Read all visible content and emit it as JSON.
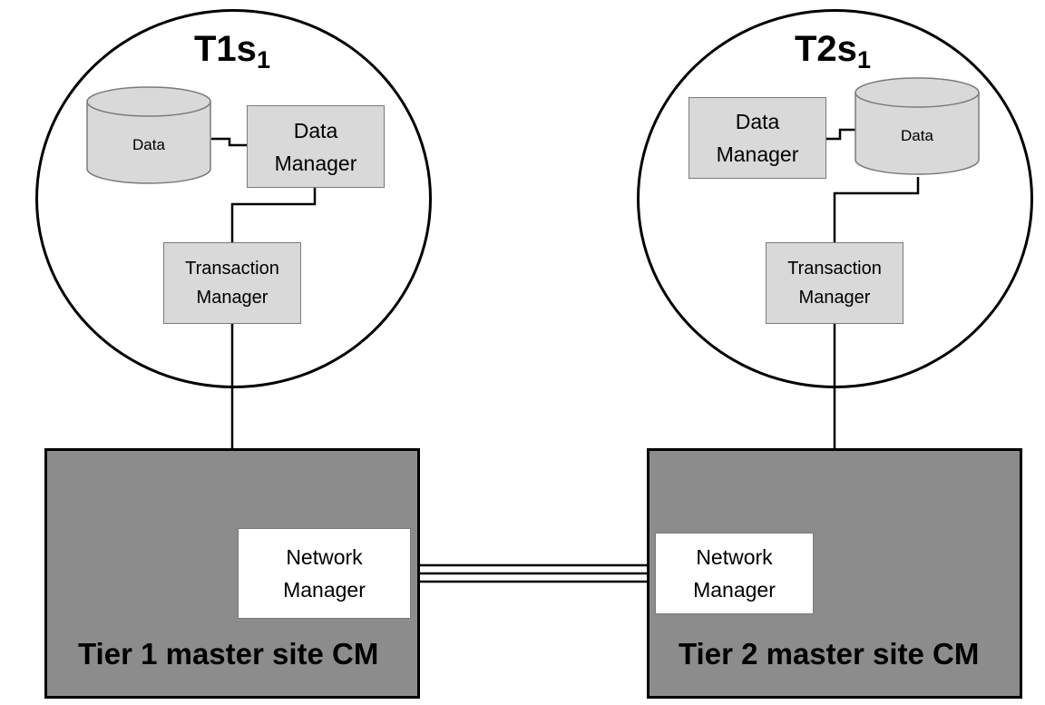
{
  "diagram": {
    "tier1_site": {
      "title": "T1s",
      "title_subscript": "1",
      "data_label": "Data",
      "data_manager_line1": "Data",
      "data_manager_line2": "Manager",
      "tm_line1": "Transaction",
      "tm_line2": "Manager"
    },
    "tier2_site": {
      "title": "T2s",
      "title_subscript": "1",
      "data_label": "Data",
      "data_manager_line1": "Data",
      "data_manager_line2": "Manager",
      "tm_line1": "Transaction",
      "tm_line2": "Manager"
    },
    "tier1_master": {
      "label": "Tier 1 master site CM",
      "network_manager_line1": "Network",
      "network_manager_line2": "Manager"
    },
    "tier2_master": {
      "label": "Tier 2 master site CM",
      "network_manager_line1": "Network",
      "network_manager_line2": "Manager"
    },
    "colors": {
      "component_fill": "#d9d9d9",
      "master_fill": "#8c8c8c",
      "network_manager_fill": "#ffffff",
      "outline": "#000000"
    }
  }
}
